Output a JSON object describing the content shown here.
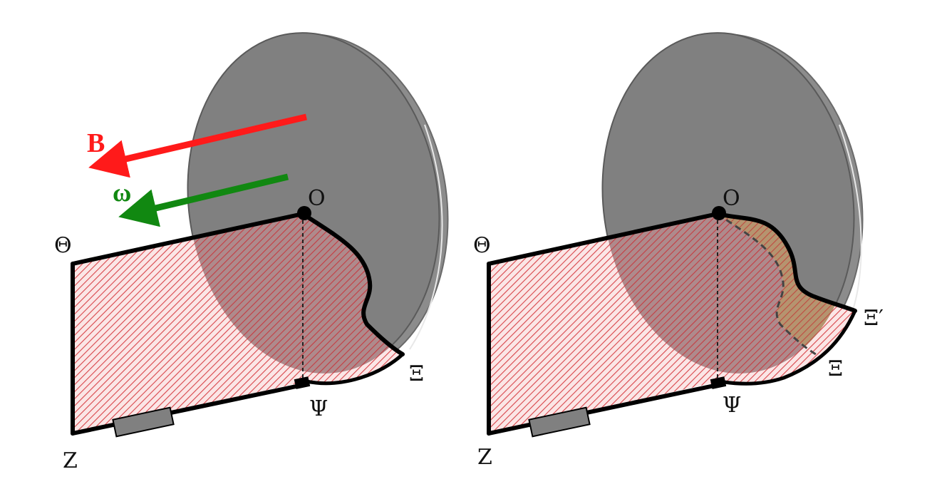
{
  "colors": {
    "disc": "#808080",
    "disc_edge": "#5a5a5a",
    "disc_rim": "#9a9a9a",
    "hatch_red": "#d8454a",
    "hatch_fill": "#f6dada",
    "hatch_dark_fill": "#b08a8c",
    "overlap_fill": "#b89a7e",
    "field_arrow": "#ff1a1a",
    "omega_arrow": "#118811",
    "outline": "#000000",
    "resistor": "#808080"
  },
  "left_panel": {
    "labels": {
      "field": "B",
      "omega": "ω",
      "O": "O",
      "Theta": "Θ",
      "Z": "Z",
      "Psi": "Ψ",
      "Xi": "Ξ"
    }
  },
  "right_panel": {
    "labels": {
      "O": "O",
      "Theta": "Θ",
      "Z": "Z",
      "Psi": "Ψ",
      "Xi": "Ξ",
      "Xi_prime": "Ξ′"
    }
  }
}
